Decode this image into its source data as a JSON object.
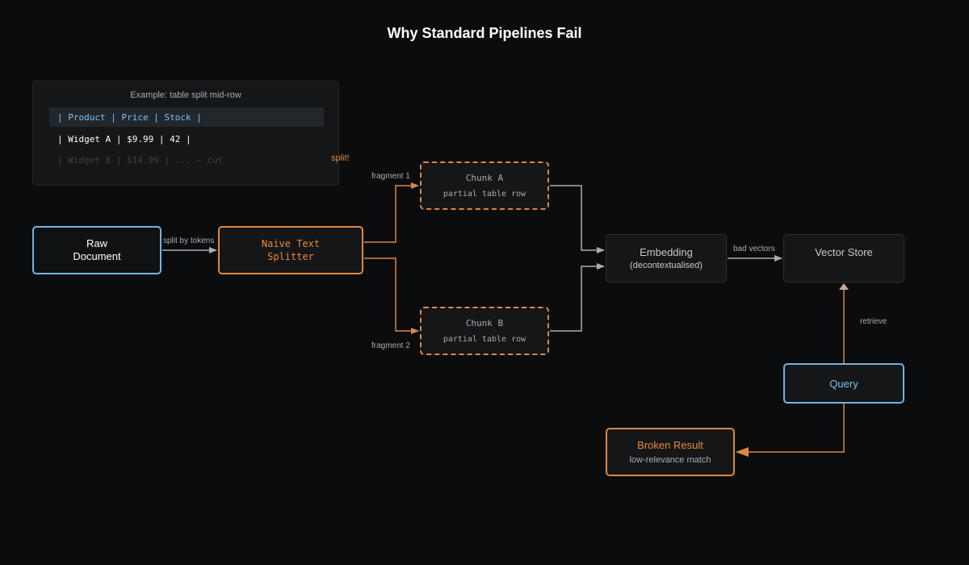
{
  "title": "Why Standard Pipelines Fail",
  "example": {
    "caption": "Example: table split mid-row",
    "header_row": "| Product | Price | Stock |",
    "row_a": "| Widget A | $9.99 | 42 |",
    "row_b": "| Widget B | $14.99 | ... — cut",
    "split_label": "split!"
  },
  "nodes": {
    "raw_line1": "Raw",
    "raw_line2": "Document",
    "splitter_line1": "Naive Text",
    "splitter_line2": "Splitter",
    "chunk_a_title": "Chunk A",
    "chunk_a_sub": "partial table row",
    "chunk_b_title": "Chunk B",
    "chunk_b_sub": "partial table row",
    "embedding_title": "Embedding",
    "embedding_sub": "(decontextualised)",
    "vector_store": "Vector Store",
    "query": "Query",
    "broken_title": "Broken Result",
    "broken_sub": "low-relevance match"
  },
  "edges": {
    "split_by_tokens": "split by tokens",
    "fragment1": "fragment 1",
    "fragment2": "fragment 2",
    "bad_vectors": "bad vectors",
    "retrieve": "retrieve"
  },
  "colors": {
    "background": "#0b0c0d",
    "accent_orange": "#de8743",
    "accent_blue": "#72b3e6",
    "neutral_line": "#a8adb2"
  }
}
